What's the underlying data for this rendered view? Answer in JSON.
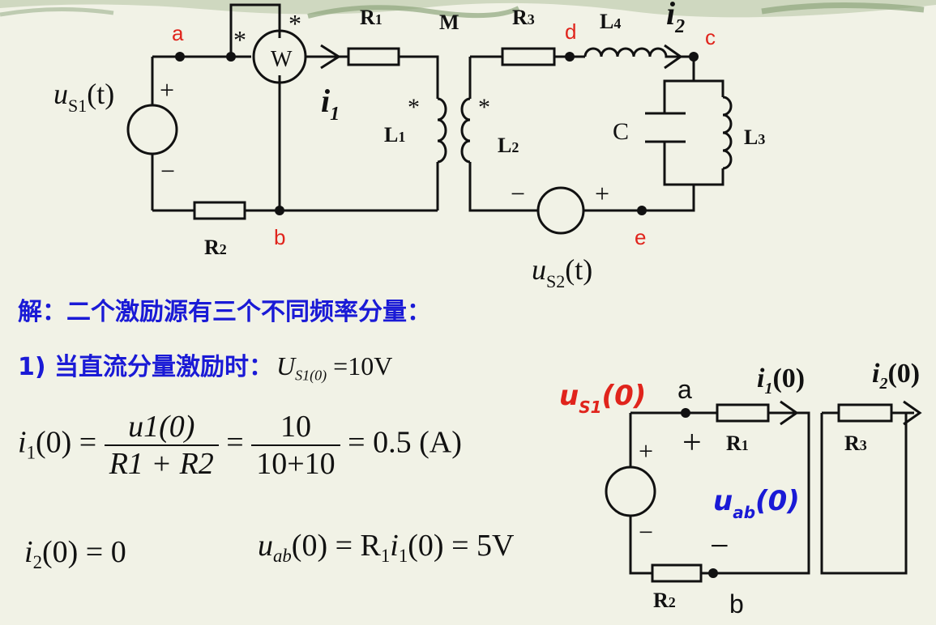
{
  "circuit": {
    "nodes": {
      "a": "a",
      "b": "b",
      "c": "c",
      "d": "d",
      "e": "e"
    },
    "components": {
      "R1": "R",
      "R1_sub": "1",
      "R2": "R",
      "R2_sub": "2",
      "R3": "R",
      "R3_sub": "3",
      "L1": "L",
      "L1_sub": "1",
      "L2": "L",
      "L2_sub": "2",
      "L3": "L",
      "L3_sub": "3",
      "L4": "L",
      "L4_sub": "4",
      "C": "C",
      "M": "M",
      "W": "W"
    },
    "currents": {
      "i1": "i",
      "i1_sub": "1",
      "i2": "i",
      "i2_sub": "2"
    },
    "sources": {
      "us1": "u",
      "us1_sub": "S1",
      "us1_arg": "(t)",
      "us2": "u",
      "us2_sub": "S2",
      "us2_arg": "(t)",
      "plus": "+",
      "minus": "−"
    },
    "dot_mark": "*"
  },
  "solution": {
    "intro": "解：二个激励源有三个不同频率分量：",
    "step1_label": "1) 当直流分量激励时：",
    "us10_sym": "U",
    "us10_sub": "S1(0)",
    "us10_value": "=10V",
    "i1_lhs": "i",
    "i1_lhs_sub": "1",
    "i1_lhs_arg": "(0) =",
    "frac1_num": "u1(0)",
    "frac1_den": "R1 + R2",
    "eq": "=",
    "frac2_num": "10",
    "frac2_den": "10+10",
    "i1_result": "= 0.5  (A)",
    "i2_eq_sym": "i",
    "i2_eq_sub": "2",
    "i2_eq_rest": "(0) = 0",
    "uab_eq_sym": "u",
    "uab_eq_sub": "ab",
    "uab_eq_rest": "(0) = R",
    "uab_eq_r_sub": "1",
    "uab_eq_i": "i",
    "uab_eq_i_sub": "1",
    "uab_eq_tail": "(0) = 5V"
  },
  "dc_circuit": {
    "us1_label": "u",
    "us1_sub": "S1",
    "us1_arg": "(0)",
    "node_a": "a",
    "node_b": "b",
    "i1_label": "i",
    "i1_sub": "1",
    "i1_arg": "(0)",
    "i2_label": "i",
    "i2_sub": "2",
    "i2_arg": "(0)",
    "R1": "R",
    "R1_sub": "1",
    "R2": "R",
    "R2_sub": "2",
    "R3": "R",
    "R3_sub": "3",
    "uab_label": "u",
    "uab_sub": "ab",
    "uab_arg": "(0)",
    "plus": "+",
    "minus": "−"
  },
  "colors": {
    "red": "#e0241c",
    "blue": "#1a1ad6",
    "ink": "#111111",
    "background": "#f1f2e6"
  }
}
